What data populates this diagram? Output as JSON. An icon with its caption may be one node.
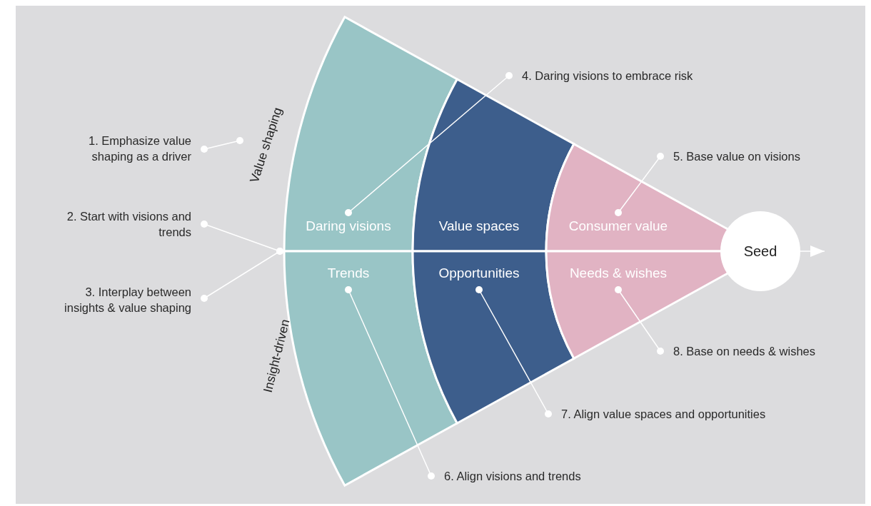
{
  "diagram": {
    "nodes": [
      {
        "text": [
          "Value shaping"
        ]
      },
      {
        "text": [
          "1. Emphasize value shaping as a driver"
        ]
      },
      {
        "text": [
          "2. Start with visions and trends"
        ]
      },
      {
        "text": [
          "3. Interplay between insights & value shaping"
        ]
      },
      {
        "text": [
          "4. Daring visions to embrace risk"
        ]
      },
      {
        "text": [
          "Daring visions"
        ]
      },
      {
        "text": [
          "Value spaces"
        ]
      },
      {
        "text": [
          "Consumer value"
        ]
      },
      {
        "text": [
          "5. Base value on visions"
        ]
      },
      {
        "text": [
          "Seed"
        ]
      },
      {
        "text": [
          "Trends"
        ]
      },
      {
        "text": [
          "Opportunities"
        ]
      },
      {
        "text": [
          "Needs & wishes"
        ]
      },
      {
        "text": [
          "8. Base on needs & wishes"
        ]
      },
      {
        "text": [
          "7. Align value spaces and opportunities"
        ]
      },
      {
        "text": [
          "6. Align visions and trends"
        ]
      }
    ],
    "edges": [
      {
        "from": 1,
        "to": 0,
        "arrow": "other"
      },
      {
        "from": 2,
        "to": 5,
        "arrow": "other"
      },
      {
        "from": 3,
        "to": 5,
        "arrow": "other"
      },
      {
        "from": 4,
        "to": 5,
        "arrow": "other"
      },
      {
        "from": 8,
        "to": 7,
        "arrow": "other"
      },
      {
        "from": 15,
        "to": 10,
        "arrow": "other"
      },
      {
        "from": 14,
        "to": 11,
        "arrow": "other"
      },
      {
        "from": 13,
        "to": 12,
        "arrow": "other"
      },
      {
        "from": 9,
        "to": null,
        "arrow": "to"
      }
    ],
    "labels": [
      "Insight-driven"
    ]
  }
}
